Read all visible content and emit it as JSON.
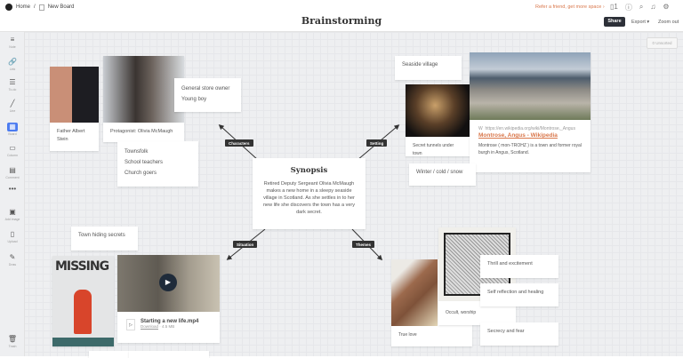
{
  "header": {
    "home": "Home",
    "board": "New Board",
    "title": "Brainstorming",
    "refer": "Refer a friend, get more space ›",
    "device_count": "1",
    "share": "Share",
    "export": "Export ▾",
    "zoom_out": "Zoom out"
  },
  "sidebar": [
    {
      "label": "Note",
      "icon": "≡"
    },
    {
      "label": "Link",
      "icon": "🔗"
    },
    {
      "label": "To-do",
      "icon": "☰"
    },
    {
      "label": "Line",
      "icon": "╱"
    },
    {
      "label": "Board",
      "icon": "▦"
    },
    {
      "label": "Column",
      "icon": "▭"
    },
    {
      "label": "Comment",
      "icon": "▤"
    },
    {
      "label": "",
      "icon": "•••"
    },
    {
      "label": "Add image",
      "icon": "▣"
    },
    {
      "label": "Upload",
      "icon": "▯"
    },
    {
      "label": "Draw",
      "icon": "✎"
    },
    {
      "label": "Trash",
      "icon": "🗑"
    }
  ],
  "unsorted": "0 Unsorted",
  "labels": {
    "characters": "Characters",
    "setting": "Setting",
    "situation": "Situation",
    "themes": "Themes"
  },
  "synopsis": {
    "title": "Synopsis",
    "text": "Retired Deputy Sergeant Olivia McMaugh makes a new home in a sleepy seaside village in Scotland. As she settles in to her new life she discovers the town has a very dark secret."
  },
  "cards": {
    "father": "Father Albert Stein",
    "protagonist": "Protagonist: Olivia McMaugh",
    "store_list": [
      "General store owner",
      "Young boy"
    ],
    "towns_list": [
      "Townsfolk",
      "School teachers",
      "Church goers"
    ],
    "seaside": "Seaside village",
    "tunnels": "Secret tunnels under town",
    "winter": "Winter / cold / snow",
    "wiki": {
      "url": "https://en.wikipedia.org/wiki/Montrose,_Angus",
      "title": "Montrose, Angus - Wikipedia",
      "desc": "Montrose ( mon-TROHZ ) is a town and former royal burgh in Angus, Scotland."
    },
    "town_secrets": "Town hiding secrets",
    "missing": "MISSING",
    "video": {
      "name": "Starting a new life.mp4",
      "download": "Download",
      "size": "· 4.5 MB"
    },
    "occult": "Occult, worship",
    "true_love": "True love",
    "thrill": "Thrill and excitement",
    "self": "Self reflection and healing",
    "secrecy": "Secrecy and fear"
  }
}
